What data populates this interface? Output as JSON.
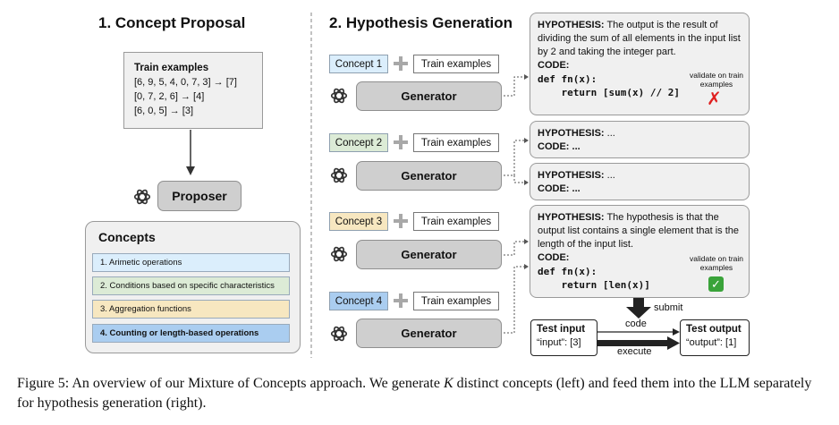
{
  "left": {
    "title": "1. Concept Proposal",
    "train_box": {
      "heading": "Train examples",
      "rows": [
        "[6, 9, 5, 4, 0, 7, 3] → [7]",
        "[0, 7, 2, 6] → [4]",
        "[6, 0, 5] → [3]"
      ]
    },
    "proposer_label": "Proposer",
    "concepts": {
      "title": "Concepts",
      "items": [
        {
          "label": "1. Arimetic operations",
          "color": "#dbeefc"
        },
        {
          "label": "2. Conditions based on specific characteristics",
          "color": "#dcebd6"
        },
        {
          "label": "3. Aggregation functions",
          "color": "#f7e7c0"
        },
        {
          "label": "4. Counting or length-based operations",
          "color": "#aacdf0"
        }
      ]
    }
  },
  "right": {
    "title": "2. Hypothesis Generation",
    "rows": [
      {
        "concept": "Concept 1",
        "color": "#dbeefc",
        "train": "Train examples",
        "generator": "Generator"
      },
      {
        "concept": "Concept 2",
        "color": "#dcebd6",
        "train": "Train examples",
        "generator": "Generator"
      },
      {
        "concept": "Concept 3",
        "color": "#f7e7c0",
        "train": "Train examples",
        "generator": "Generator"
      },
      {
        "concept": "Concept 4",
        "color": "#aacdf0",
        "train": "Train examples",
        "generator": "Generator"
      }
    ],
    "hypotheses": [
      {
        "label": "HYPOTHESIS:",
        "text": "The output is the result of dividing the sum of all elements in the input list by 2 and taking the integer part.",
        "code_label": "CODE:",
        "code1": "def fn(x):",
        "code2": "    return [sum(x) // 2]",
        "validate": "validate on train examples",
        "result": "✗"
      },
      {
        "label": "HYPOTHESIS:",
        "text": "...",
        "code_label": "CODE:",
        "code_text": "..."
      },
      {
        "label": "HYPOTHESIS:",
        "text": "...",
        "code_label": "CODE:",
        "code_text": "..."
      },
      {
        "label": "HYPOTHESIS:",
        "text": "The hypothesis is that the output list contains a single element that is the length of the input list.",
        "code_label": "CODE:",
        "code1": "def fn(x):",
        "code2": "    return [len(x)]",
        "validate": "validate on train examples",
        "result": "✓"
      }
    ],
    "submit_label": "submit",
    "code_label": "code",
    "execute_label": "execute",
    "test_input": {
      "title": "Test input",
      "value": "“input”: [3]"
    },
    "test_output": {
      "title": "Test output",
      "value": "“output”: [1]"
    }
  },
  "caption": {
    "prefix": "Figure 5: An overview of our Mixture of Concepts approach. We generate ",
    "var": "K",
    "suffix": " distinct concepts (left) and feed them into the LLM separately for hypothesis generation (right)."
  },
  "icons": [
    "openai-logo-icon",
    "plus-icon",
    "red-cross-icon",
    "green-check-icon",
    "arrow-icon"
  ]
}
